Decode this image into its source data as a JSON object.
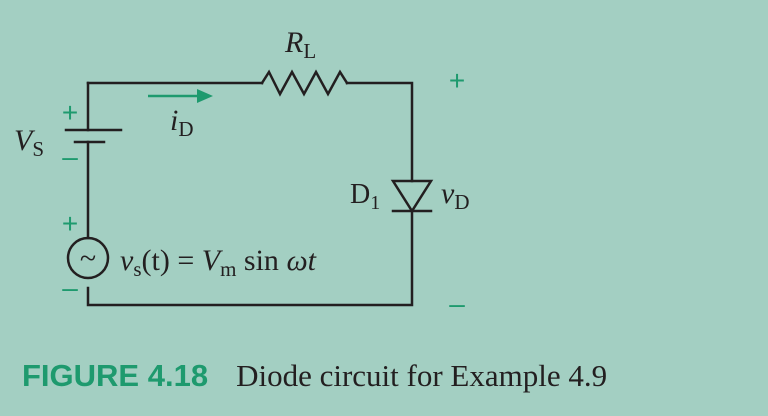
{
  "diagram": {
    "resistor_label": {
      "main": "R",
      "sub": "L"
    },
    "current_label": {
      "main": "i",
      "sub": "D"
    },
    "dc_source_label": {
      "main": "V",
      "sub": "S"
    },
    "diode_label": {
      "main": "D",
      "sub": "1"
    },
    "diode_voltage_label": {
      "main": "v",
      "sub": "D"
    },
    "ac_source_label": {
      "v": "v",
      "v_sub": "s",
      "arg": "(t) = ",
      "amp": "V",
      "amp_sub": "m",
      "func": " sin ",
      "omega_t": "ωt"
    },
    "plus_sign": "+",
    "minus_sign": "–",
    "ac_symbol": "~"
  },
  "caption": {
    "label": "FIGURE 4.18",
    "text": "Diode circuit for Example 4.9"
  },
  "colors": {
    "background": "#a3cfc2",
    "wire": "#231f20",
    "accent": "#1e9a6e"
  }
}
